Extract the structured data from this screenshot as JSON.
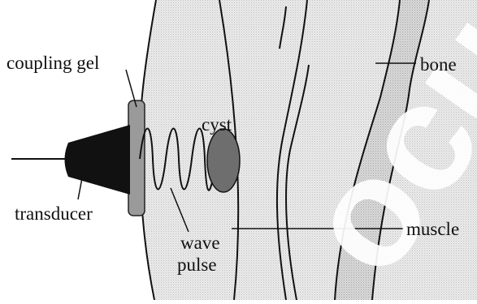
{
  "labels": {
    "coupling_gel": "coupling gel",
    "cyst": "cyst",
    "bone": "bone",
    "transducer": "transducer",
    "wave": "wave",
    "pulse": "pulse",
    "muscle": "muscle"
  },
  "watermark": "ocus.",
  "colors": {
    "tissue": "#e3e3e3",
    "bone": "#d4d4d4",
    "gel": "#9a9a9a",
    "cyst": "#6e6e6e",
    "transducer": "#111111",
    "ink": "#111111",
    "watermark": "#ffffff"
  }
}
